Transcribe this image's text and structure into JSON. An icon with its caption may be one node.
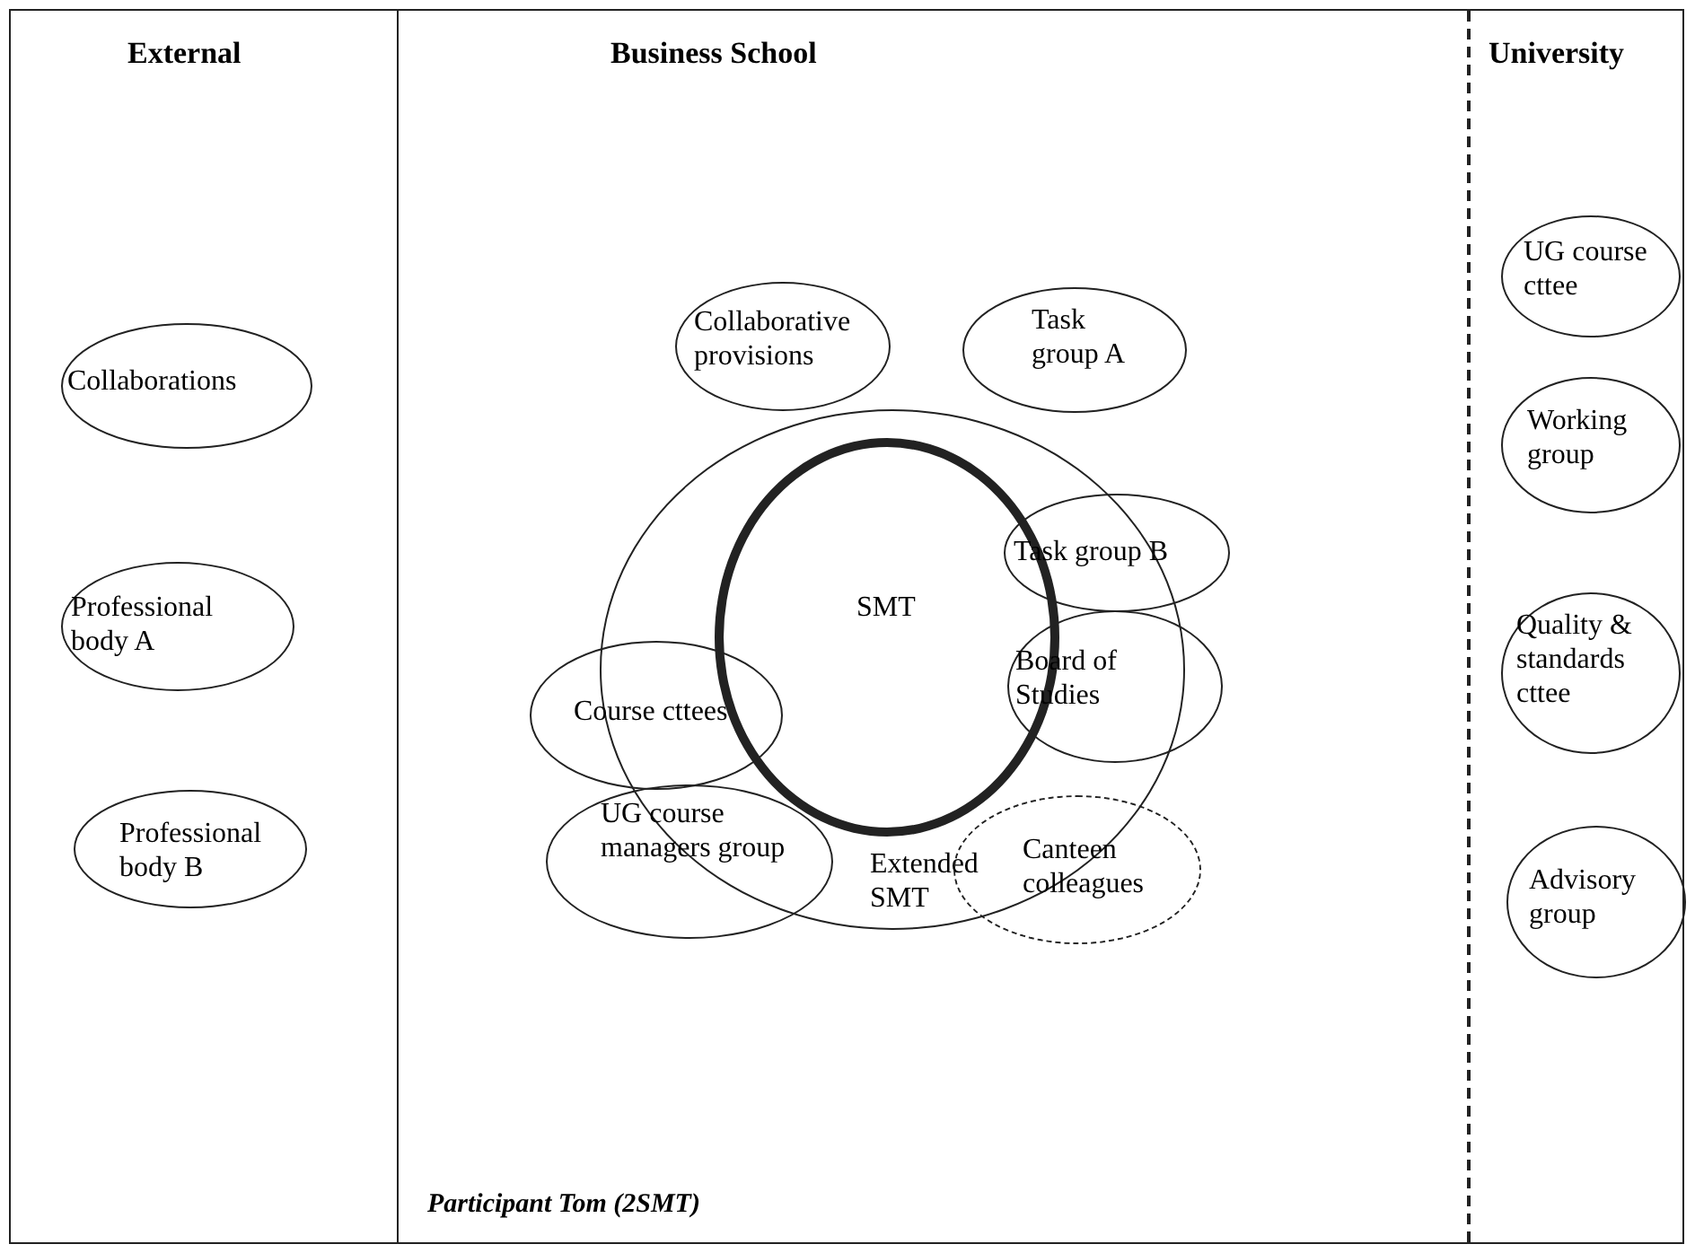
{
  "diagram": {
    "nodes": [
      {
        "text": [
          "External"
        ]
      },
      {
        "text": [
          "Business School"
        ]
      },
      {
        "text": [
          "University"
        ]
      },
      {
        "text": [
          "Collaborations"
        ],
        "in": 0
      },
      {
        "text": [
          "Professional body A"
        ],
        "in": 0
      },
      {
        "text": [
          "Professional body B"
        ],
        "in": 0
      },
      {
        "text": [
          "Collaborative provisions"
        ],
        "in": 1
      },
      {
        "text": [
          "Task group A"
        ],
        "in": 1
      },
      {
        "text": [
          "Extended SMT"
        ],
        "in": 1
      },
      {
        "text": [
          "SMT"
        ],
        "in": 8
      },
      {
        "text": [
          "Task group B"
        ],
        "in": 1
      },
      {
        "text": [
          "Board of Studies"
        ],
        "in": 1
      },
      {
        "text": [
          "Course cttees"
        ],
        "in": 1
      },
      {
        "text": [
          "UG course managers group"
        ],
        "in": 1
      },
      {
        "text": [
          "Canteen colleagues"
        ],
        "in": 1
      },
      {
        "text": [
          "UG course cttee"
        ],
        "in": 2
      },
      {
        "text": [
          "Working group"
        ],
        "in": 2
      },
      {
        "text": [
          "Quality & standards cttee"
        ],
        "in": 2
      },
      {
        "text": [
          "Advisory group"
        ],
        "in": 2
      }
    ],
    "edges": [],
    "labels": [
      "Participant Tom (2SMT)"
    ]
  }
}
